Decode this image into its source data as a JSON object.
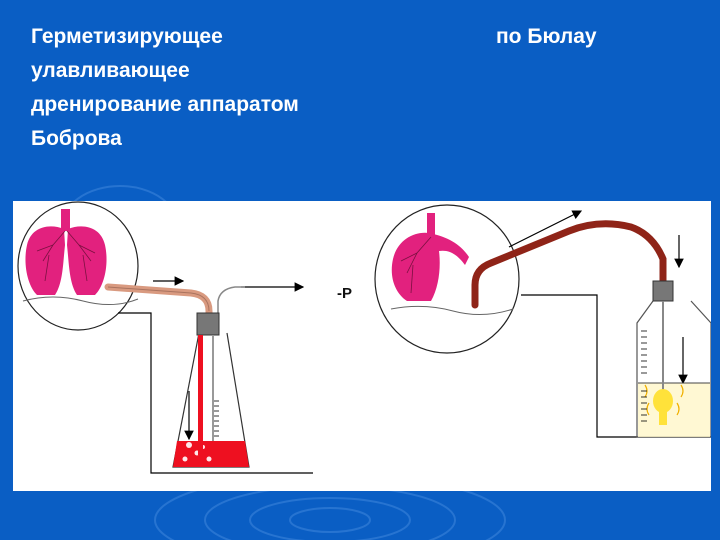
{
  "heading": {
    "left_lines": [
      "Герметизирующее",
      "улавливающее",
      "дренирование аппаратом",
      "Боброва"
    ],
    "right": "по  Бюлау"
  },
  "diagram": {
    "pressure_label": "-P"
  },
  "colors": {
    "background": "#0a5ec4",
    "panel": "#ffffff",
    "lung": "#e2217e",
    "liquid": "#ee1020",
    "tube_left": "#d99a80",
    "tube_right": "#8f2418",
    "stopper": "#777777",
    "flame": "#ffe23a"
  }
}
